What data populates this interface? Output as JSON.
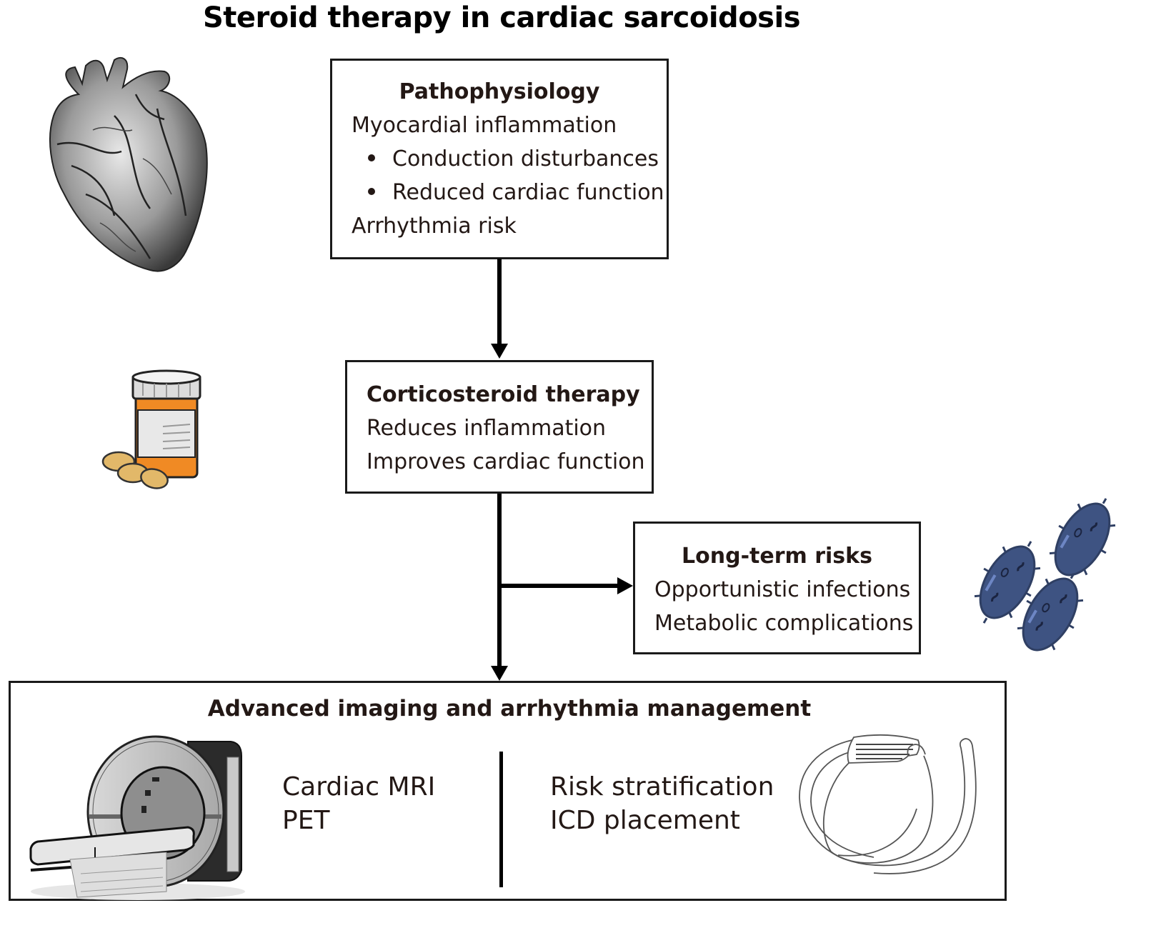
{
  "title": "Steroid therapy in cardiac sarcoidosis",
  "pathophysiology": {
    "heading": "Pathophysiology",
    "lines": [
      "Myocardial inflammation",
      "Arrhythmia risk"
    ],
    "bullets": [
      "Conduction disturbances",
      "Reduced cardiac function"
    ]
  },
  "corticosteroid": {
    "heading": "Corticosteroid therapy",
    "lines": [
      "Reduces inflammation",
      "Improves cardiac function"
    ]
  },
  "long_term_risks": {
    "heading": "Long-term risks",
    "lines": [
      "Opportunistic infections",
      "Metabolic complications"
    ]
  },
  "management": {
    "heading": "Advanced imaging and arrhythmia management",
    "imaging": [
      "Cardiac MRI",
      "PET"
    ],
    "arrhythmia": [
      "Risk stratification",
      "ICD placement"
    ]
  },
  "illustrations": {
    "heart": "anatomical-heart-icon",
    "pills": "pill-bottle-icon",
    "bacteria": "bacteria-icon",
    "mri": "mri-scanner-icon",
    "icd": "icd-device-icon"
  },
  "colors": {
    "pill_orange": "#f08a24",
    "pill_tablet": "#e2b869",
    "bacteria_blue": "#3e5382"
  }
}
